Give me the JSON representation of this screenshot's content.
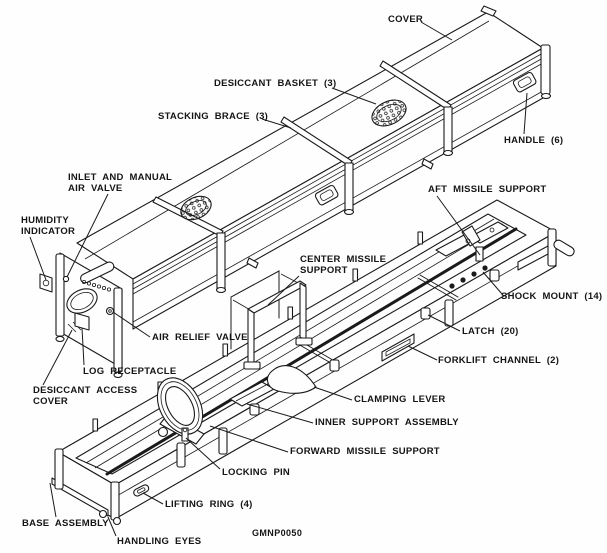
{
  "figure_code": "GMNP0050",
  "colors": {
    "ink": "#1a1a1a",
    "paper": "#fefefe"
  },
  "callouts": {
    "cover": "COVER",
    "desiccant_basket": "DESICCANT BASKET (3)",
    "stacking_brace": "STACKING BRACE (3)",
    "handle": "HANDLE (6)",
    "inlet_and_manual_air_valve": "INLET AND MANUAL\nAIR VALVE",
    "humidity_indicator": "HUMIDITY\nINDICATOR",
    "aft_missile_support": "AFT MISSILE SUPPORT",
    "center_missile_support": "CENTER MISSILE\nSUPPORT",
    "shock_mount": "SHOCK MOUNT (14)",
    "latch": "LATCH (20)",
    "forklift_channel": "FORKLIFT CHANNEL (2)",
    "air_relief_valve": "AIR RELIEF VALVE",
    "log_receptacle": "LOG RECEPTACLE",
    "desiccant_access_cover": "DESICCANT ACCESS\nCOVER",
    "clamping_lever": "CLAMPING LEVER",
    "inner_support_assembly": "INNER SUPPORT ASSEMBLY",
    "forward_missile_support": "FORWARD MISSILE SUPPORT",
    "locking_pin": "LOCKING PIN",
    "lifting_ring": "LIFTING RING (4)",
    "base_assembly": "BASE ASSEMBLY",
    "handling_eyes": "HANDLING EYES"
  }
}
